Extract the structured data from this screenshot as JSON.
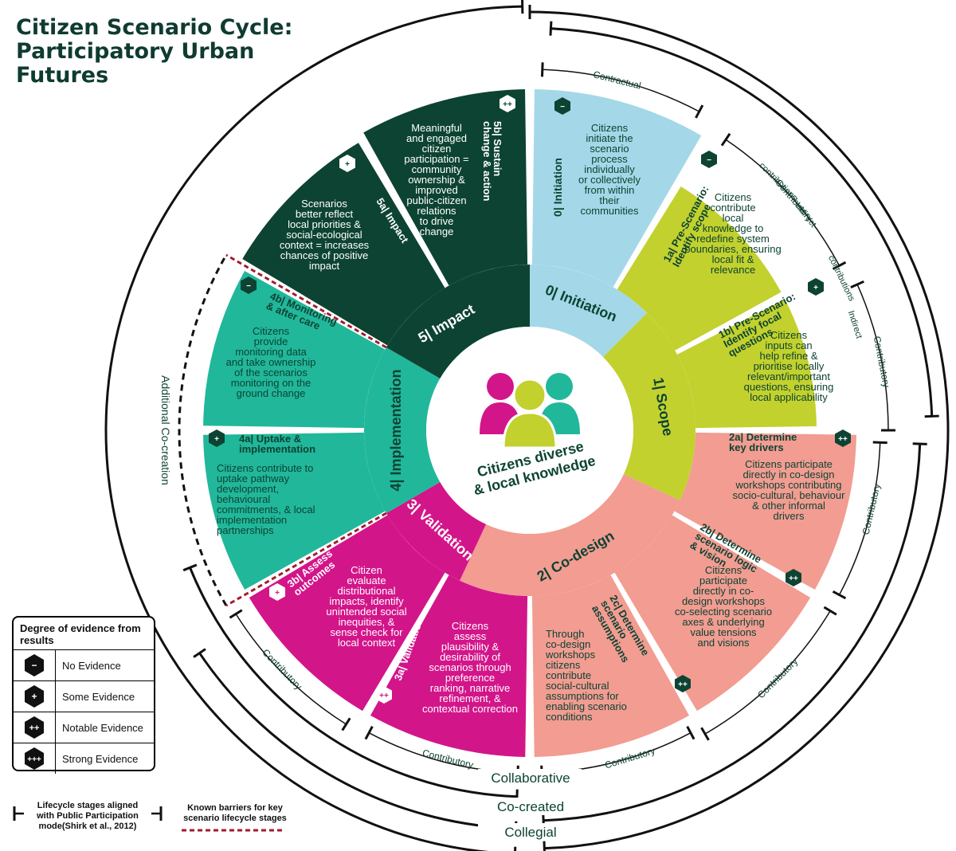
{
  "title": [
    "Citizen Scenario Cycle:",
    "Participatory Urban",
    "Futures"
  ],
  "center_label": [
    "Citizens diverse",
    "& local knowledge"
  ],
  "colors": {
    "dark_green": "#0d4332",
    "teal": "#21b79b",
    "magenta": "#d3158a",
    "salmon": "#f29c92",
    "lime": "#c2d12e",
    "light_blue": "#a4d8e8",
    "barrier_red": "#a11b2c"
  },
  "stages": [
    {
      "label": "0| Initiation",
      "color": "light_blue"
    },
    {
      "label": "1| Scope",
      "color": "lime"
    },
    {
      "label": "2| Co-design",
      "color": "salmon"
    },
    {
      "label": "3| Validation",
      "color": "magenta"
    },
    {
      "label": "4| Implementation",
      "color": "teal"
    },
    {
      "label": "5| Impact",
      "color": "dark_green"
    }
  ],
  "substages": [
    {
      "id": "0",
      "title": "0| Initiation",
      "evidence": "−",
      "text": [
        "Citizens",
        "initiate the",
        "scenario",
        "process",
        "individually",
        "or collectively",
        "from within",
        "their",
        "communities"
      ]
    },
    {
      "id": "1a",
      "title": [
        "1a| Pre-Scenario:",
        "Identify scope"
      ],
      "evidence": "−",
      "text": [
        "Citizens",
        "contribute",
        "local",
        "knowledge to",
        "redefine system",
        "boundaries, ensuring",
        "local fit &",
        "relevance"
      ]
    },
    {
      "id": "1b",
      "title": [
        "1b| Pre-Scenario:",
        "Identify focal",
        "questions"
      ],
      "evidence": "+",
      "text": [
        "Citizens",
        "inputs can",
        "help refine &",
        "prioritise locally",
        "relevant/important",
        "questions, ensuring",
        "local applicability"
      ]
    },
    {
      "id": "2a",
      "title": [
        "2a| Determine",
        "key drivers"
      ],
      "evidence": "++",
      "text": [
        "Citizens participate",
        "directly in co-design",
        "workshops contributing",
        "socio-cultural, behaviour",
        "& other informal",
        "drivers"
      ]
    },
    {
      "id": "2b",
      "title": [
        "2b| Determine",
        "scenario logic",
        "& vision"
      ],
      "evidence": "++",
      "text": [
        "Citizens",
        "participate",
        "directly in co-",
        "design workshops",
        "co-selecting scenario",
        "axes & underlying",
        "value tensions",
        "and visions"
      ]
    },
    {
      "id": "2c",
      "title": [
        "2c| Determine",
        "scenario",
        "assumptions"
      ],
      "evidence": "++",
      "text": [
        "Through",
        "co-design",
        "workshops",
        "citizens",
        "contribute",
        "social-cultural",
        "assumptions for",
        "enabling scenario",
        "conditions"
      ]
    },
    {
      "id": "3a",
      "title": "3a| Validation",
      "evidence": "++",
      "text": [
        "Citizens",
        "assess",
        "plausibility &",
        "desirability of",
        "scenarios through",
        "preference",
        "ranking, narrative",
        "refinement, &",
        "contextual correction"
      ]
    },
    {
      "id": "3b",
      "title": [
        "3b| Assess",
        "outcomes"
      ],
      "evidence": "+",
      "text": [
        "Citizen",
        "evaluate",
        "distributional",
        "impacts, identify",
        "unintended social",
        "inequities, &",
        "sense check for",
        "local context"
      ]
    },
    {
      "id": "4a",
      "title": [
        "4a| Uptake &",
        "implementation"
      ],
      "evidence": "+",
      "text": [
        "Citizens contribute to",
        "uptake pathway",
        "development,",
        "behavioural",
        "commitments, & local",
        "implementation",
        "partnerships"
      ]
    },
    {
      "id": "4b",
      "title": [
        "4b| Monitoring",
        "& after care"
      ],
      "evidence": "−",
      "text": [
        "Citizens",
        "provide",
        "monitoring data",
        "and take ownership",
        "of the scenarios",
        "monitoring on the",
        "ground change"
      ]
    },
    {
      "id": "5a",
      "title": "5a| Impact",
      "evidence": "+",
      "text": [
        "Scenarios",
        "better reflect",
        "local priorities &",
        "social-ecological",
        "context = increases",
        "chances of positive",
        "impact"
      ]
    },
    {
      "id": "5b",
      "title": [
        "5b| Sustain",
        "change & action"
      ],
      "evidence": "++",
      "text": [
        "Meaningful",
        "and engaged",
        "citizen",
        "participation =",
        "community",
        "ownership &",
        "improved",
        "public-citizen",
        "relations",
        "to drive",
        "change"
      ]
    }
  ],
  "participation_modes": {
    "contractual": "Contractual",
    "contributions": "contributions",
    "indirect": "Indirect",
    "contributory": "Contributory",
    "additional": "Additional Co-creation",
    "collaborative": "Collaborative",
    "cocreated": "Co-created",
    "collegial": "Collegial"
  },
  "legend": {
    "title": "Degree of evidence from results",
    "items": [
      {
        "symbol": "−",
        "label": "No Evidence"
      },
      {
        "symbol": "+",
        "label": "Some Evidence"
      },
      {
        "symbol": "++",
        "label": "Notable Evidence"
      },
      {
        "symbol": "+++",
        "label": "Strong Evidence"
      }
    ]
  },
  "footer": {
    "lifecycle": [
      "Lifecycle stages aligned",
      "with Public Participation",
      "mode(Shirk et al., 2012)"
    ],
    "barriers": [
      "Known barriers for key",
      "scenario lifecycle stages"
    ]
  }
}
